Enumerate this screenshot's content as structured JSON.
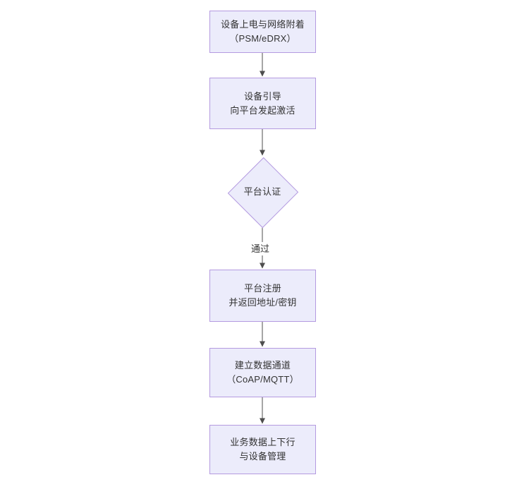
{
  "diagram": {
    "type": "flowchart",
    "orientation": "top-to-bottom",
    "background_color": "#ffffff",
    "node_fill_color": "#ececfb",
    "node_border_color": "#b49ae0",
    "connector_color": "#4d4d4d",
    "text_color": "#333333",
    "nodes": [
      {
        "id": "n1",
        "shape": "rectangle",
        "line1": "设备上电与网络附着",
        "line2": "（PSM/eDRX）",
        "text": "设备上电与网络附着\n（PSM/eDRX）"
      },
      {
        "id": "n2",
        "shape": "rectangle",
        "line1": "设备引导",
        "line2": "向平台发起激活",
        "text": "设备引导\n向平台发起激活"
      },
      {
        "id": "n3",
        "shape": "diamond",
        "line1": "平台认证",
        "line2": "",
        "text": "平台认证"
      },
      {
        "id": "n4",
        "shape": "rectangle",
        "line1": "平台注册",
        "line2": "并返回地址/密钥",
        "text": "平台注册\n并返回地址/密钥"
      },
      {
        "id": "n5",
        "shape": "rectangle",
        "line1": "建立数据通道",
        "line2": "（CoAP/MQTT）",
        "text": "建立数据通道\n（CoAP/MQTT）"
      },
      {
        "id": "n6",
        "shape": "rectangle",
        "line1": "业务数据上下行",
        "line2": "与设备管理",
        "text": "业务数据上下行\n与设备管理"
      }
    ],
    "edges": [
      {
        "from": "n1",
        "to": "n2",
        "label": ""
      },
      {
        "from": "n2",
        "to": "n3",
        "label": ""
      },
      {
        "from": "n3",
        "to": "n4",
        "label": "通过"
      },
      {
        "from": "n4",
        "to": "n5",
        "label": ""
      },
      {
        "from": "n5",
        "to": "n6",
        "label": ""
      }
    ]
  }
}
